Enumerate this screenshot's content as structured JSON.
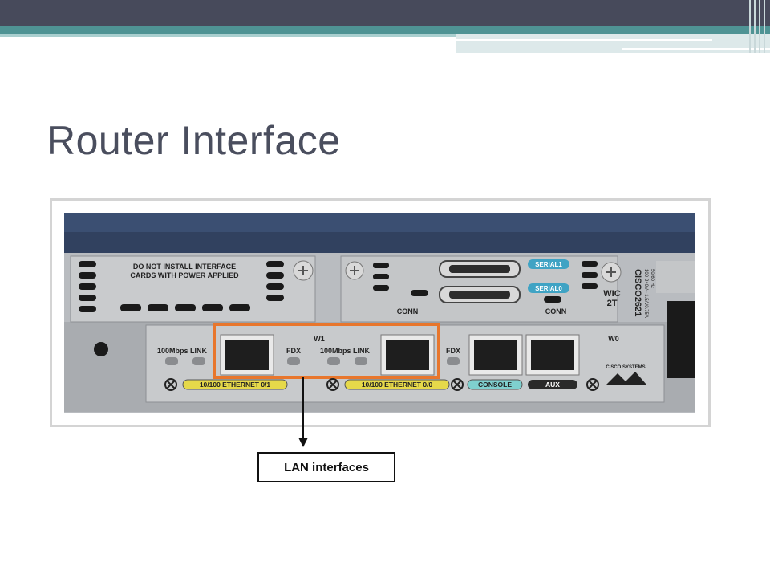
{
  "slide": {
    "title": "Router Interface"
  },
  "router": {
    "warning_line1": "DO NOT INSTALL INTERFACE",
    "warning_line2": "CARDS WITH POWER APPLIED",
    "serial1_label": "SERIAL1",
    "serial0_label": "SERIAL0",
    "conn_left": "CONN",
    "conn_right": "CONN",
    "wic_label_line1": "WIC",
    "wic_label_line2": "2T",
    "w0_label": "W0",
    "w1_label": "W1",
    "model_label": "CISCO2621",
    "power_spec": "100-240V~ 1.5A/0.75A",
    "freq_spec": "50/60 Hz",
    "led_group1": "100Mbps LINK",
    "fdx1": "FDX",
    "led_group2": "100Mbps LINK",
    "fdx2": "FDX",
    "eth01_label": "10/100 ETHERNET 0/1",
    "eth00_label": "10/100 ETHERNET 0/0",
    "console_label": "CONSOLE",
    "aux_label": "AUX",
    "brand": "CISCO SYSTEMS"
  },
  "callout": {
    "label": "LAN interfaces"
  },
  "colors": {
    "highlight": "#e8762c",
    "chassis": "#b9bcc0",
    "top_panel": "#3b4f72"
  }
}
